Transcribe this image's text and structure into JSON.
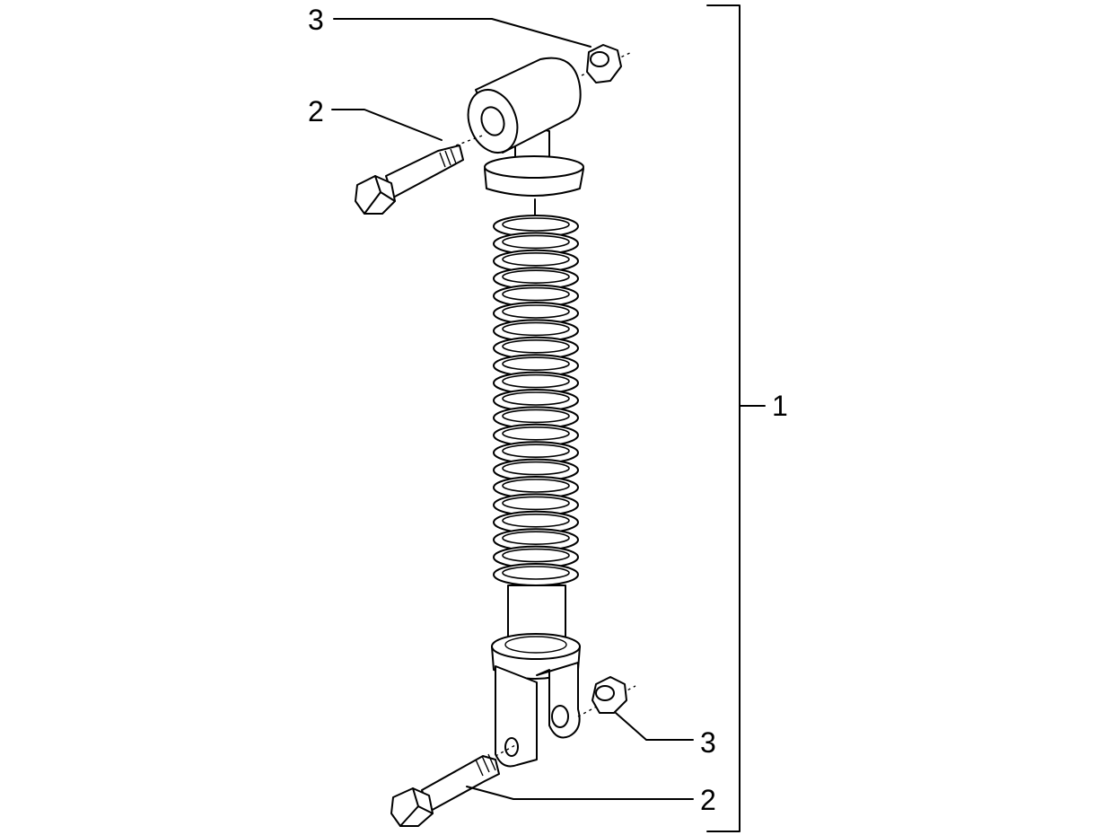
{
  "callouts": {
    "top_nut": "3",
    "top_bolt": "2",
    "assembly": "1",
    "bottom_nut": "3",
    "bottom_bolt": "2"
  },
  "colors": {
    "line": "#000000",
    "background": "#ffffff"
  }
}
